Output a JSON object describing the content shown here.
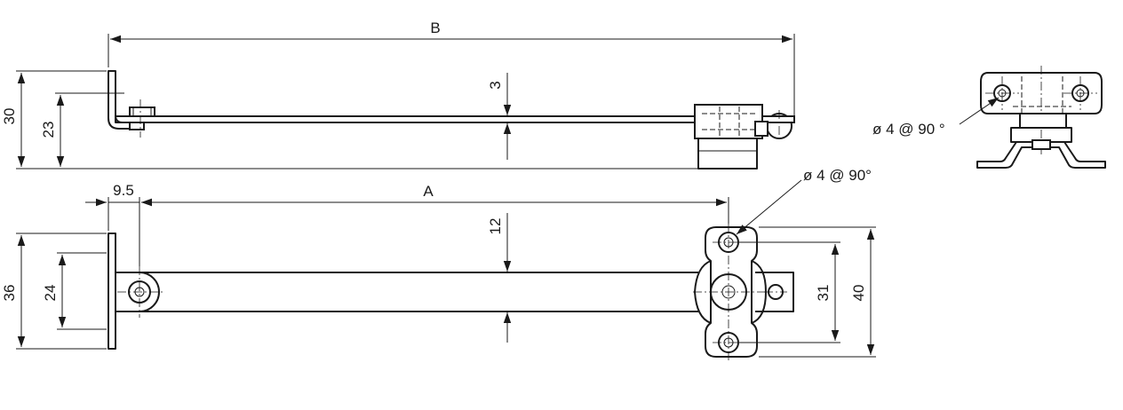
{
  "dimensions": {
    "b": "B",
    "a": "A",
    "thickness_3": "3",
    "height_30": "30",
    "height_23": "23",
    "offset_9_5": "9.5",
    "width_12": "12",
    "flange_36": "36",
    "flange_24": "24",
    "bracket_31": "31",
    "bracket_40": "40"
  },
  "callouts": {
    "holes_plan": "ø 4 @ 90°",
    "holes_end": "ø 4 @ 90 °"
  },
  "colors": {
    "line": "#1a1a1a",
    "background": "#ffffff"
  }
}
